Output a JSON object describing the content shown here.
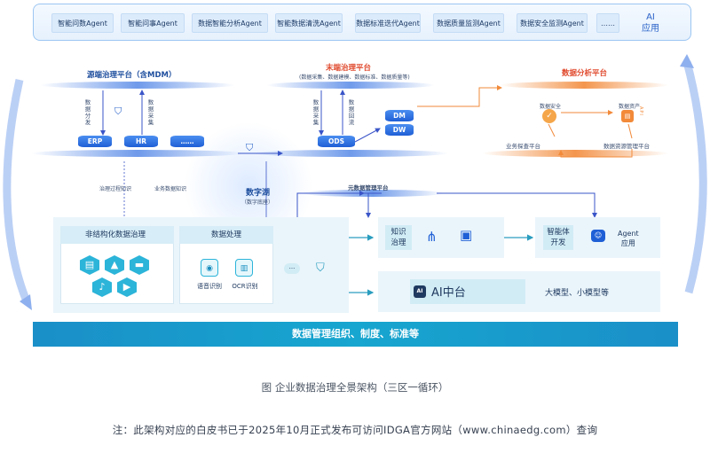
{
  "agents": [
    "智能问数Agent",
    "智能问事Agent",
    "数据智能分析Agent",
    "智能数据清洗Agent",
    "数据标准迭代Agent",
    "数据质量监测Agent",
    "数据安全监测Agent",
    "……"
  ],
  "ai_app": [
    "AI",
    "应用"
  ],
  "source_platform": {
    "title": "源端治理平台（含MDM）",
    "arrow_left": "数据分发",
    "arrow_right": "数据采集",
    "systems": [
      "ERP",
      "HR",
      "……"
    ]
  },
  "end_platform": {
    "title": "末端治理平台",
    "subtitle": "(数据采集、数据建模、数据标准、数据质量等)",
    "arrow_left": "数据采集",
    "arrow_right": "数据回流",
    "ods": "ODS",
    "dm": "DM",
    "dw": "DW"
  },
  "analysis_platform": {
    "title": "数据分析平台",
    "security": "数据安全",
    "assets": "数据资产",
    "api": "API",
    "business_platform": "业务探查平台",
    "asset_mgmt_platform": "数据资源管理平台"
  },
  "left_labels": [
    "治理过程知识",
    "业务数据知识"
  ],
  "data_lake": {
    "title": "数字湖",
    "subtitle": "（数字底座）"
  },
  "metadata_platform": "元数据管理平台",
  "unstructured": {
    "title": "非结构化数据治理"
  },
  "data_processing": {
    "title": "数据处理",
    "voice": "语音识别",
    "ocr": "OCR识别",
    "more": "···"
  },
  "knowledge": [
    "知识",
    "治理"
  ],
  "agent_dev": [
    "智能体",
    "开发"
  ],
  "agent_app": [
    "Agent",
    "应用"
  ],
  "ai_platform": {
    "title": "AI中台",
    "icon": "AI",
    "models": "大模型、小模型等"
  },
  "footer_bar": "数据管理组织、制度、标准等",
  "caption": "图  企业数据治理全景架构（三区一循环）",
  "note": "注：此架构对应的白皮书已于2025年10月正式发布可访问IDGA官方网站（www.chinaedg.com）查询",
  "colors": {
    "primary": "#1f5fd6",
    "accent": "#2cb4d9",
    "red": "#e04a2e",
    "orange": "#f28a3a",
    "bar": "#1a8fc8"
  }
}
